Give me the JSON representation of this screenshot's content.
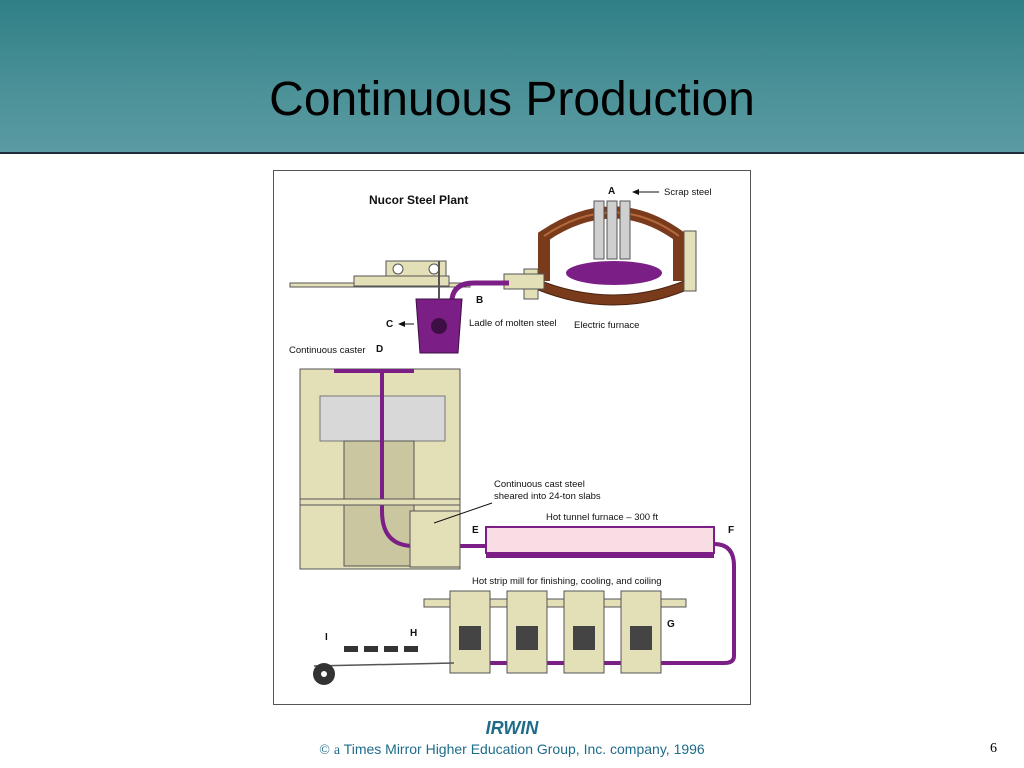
{
  "slide": {
    "title": "Continuous Production",
    "page_number": "6"
  },
  "footer": {
    "brand": "IRWIN",
    "copyright_symbol": "©",
    "copyright_a": "a",
    "copyright_text": "Times Mirror Higher Education Group, Inc. company, 1996"
  },
  "figure": {
    "title": "Nucor Steel Plant",
    "labels": {
      "scrap_steel": "Scrap steel",
      "ladle": "Ladle of molten steel",
      "electric_furnace": "Electric furnace",
      "continuous_caster": "Continuous caster",
      "cast_steel_line1": "Continuous cast steel",
      "cast_steel_line2": "sheared into 24-ton slabs",
      "tunnel_furnace": "Hot tunnel furnace – 300 ft",
      "strip_mill": "Hot strip mill for finishing, cooling, and coiling"
    },
    "markers": {
      "a": "A",
      "b": "B",
      "c": "C",
      "d": "D",
      "e": "E",
      "f": "F",
      "g": "G",
      "h": "H",
      "i": "I"
    }
  },
  "colors": {
    "header_teal": "#3f8a91",
    "machine_beige": "#e3e0b8",
    "molten_purple": "#7b1f86",
    "furnace_brown": "#7a3b1d",
    "furnace_pink": "#f8dde4"
  }
}
